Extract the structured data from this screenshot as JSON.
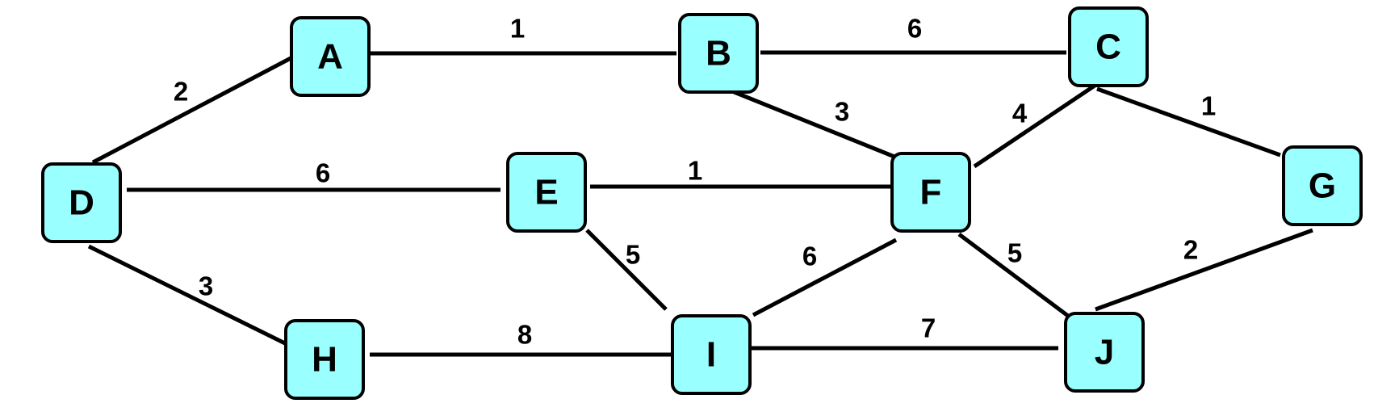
{
  "nodes": [
    {
      "id": "A",
      "label": "A"
    },
    {
      "id": "B",
      "label": "B"
    },
    {
      "id": "C",
      "label": "C"
    },
    {
      "id": "D",
      "label": "D"
    },
    {
      "id": "E",
      "label": "E"
    },
    {
      "id": "F",
      "label": "F"
    },
    {
      "id": "G",
      "label": "G"
    },
    {
      "id": "H",
      "label": "H"
    },
    {
      "id": "I",
      "label": "I"
    },
    {
      "id": "J",
      "label": "J"
    }
  ],
  "edges": [
    {
      "from": "A",
      "to": "B",
      "weight": "1"
    },
    {
      "from": "B",
      "to": "C",
      "weight": "6"
    },
    {
      "from": "D",
      "to": "A",
      "weight": "2"
    },
    {
      "from": "B",
      "to": "F",
      "weight": "3"
    },
    {
      "from": "F",
      "to": "C",
      "weight": "4"
    },
    {
      "from": "C",
      "to": "G",
      "weight": "1"
    },
    {
      "from": "D",
      "to": "E",
      "weight": "6"
    },
    {
      "from": "E",
      "to": "F",
      "weight": "1"
    },
    {
      "from": "D",
      "to": "H",
      "weight": "3"
    },
    {
      "from": "E",
      "to": "I",
      "weight": "5"
    },
    {
      "from": "I",
      "to": "F",
      "weight": "6"
    },
    {
      "from": "F",
      "to": "J",
      "weight": "5"
    },
    {
      "from": "J",
      "to": "G",
      "weight": "2"
    },
    {
      "from": "H",
      "to": "I",
      "weight": "8"
    },
    {
      "from": "I",
      "to": "J",
      "weight": "7"
    }
  ],
  "colors": {
    "node_fill": "#99ffff",
    "stroke": "#000000"
  }
}
